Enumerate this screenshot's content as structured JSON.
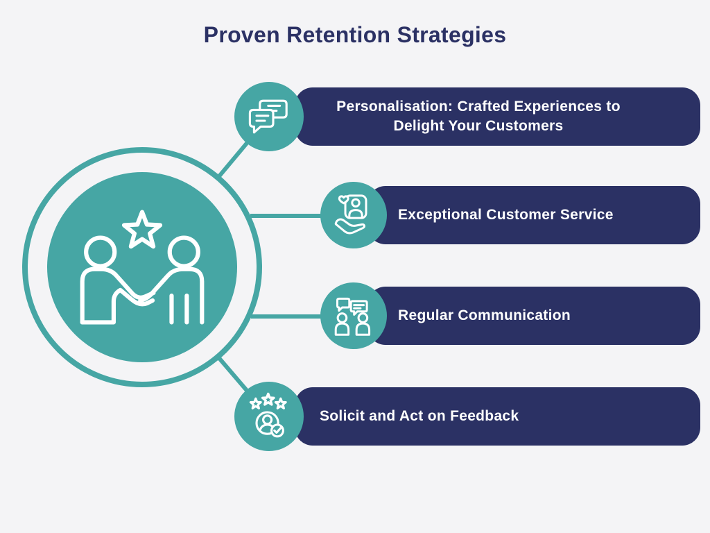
{
  "title": "Proven Retention Strategies",
  "colors": {
    "background": "#f4f4f6",
    "teal": "#46a6a4",
    "navy": "#2b3164",
    "text_light": "#ffffff"
  },
  "center": {
    "icon": "handshake-with-star-icon"
  },
  "strategies": [
    {
      "label": "Personalisation: Crafted Experiences to Delight Your Customers",
      "icon": "chat-bubbles-icon"
    },
    {
      "label": "Exceptional Customer Service",
      "icon": "hand-holding-customer-icon"
    },
    {
      "label": "Regular Communication",
      "icon": "people-conversation-icon"
    },
    {
      "label": "Solicit and Act on Feedback",
      "icon": "customer-rating-check-icon"
    }
  ]
}
